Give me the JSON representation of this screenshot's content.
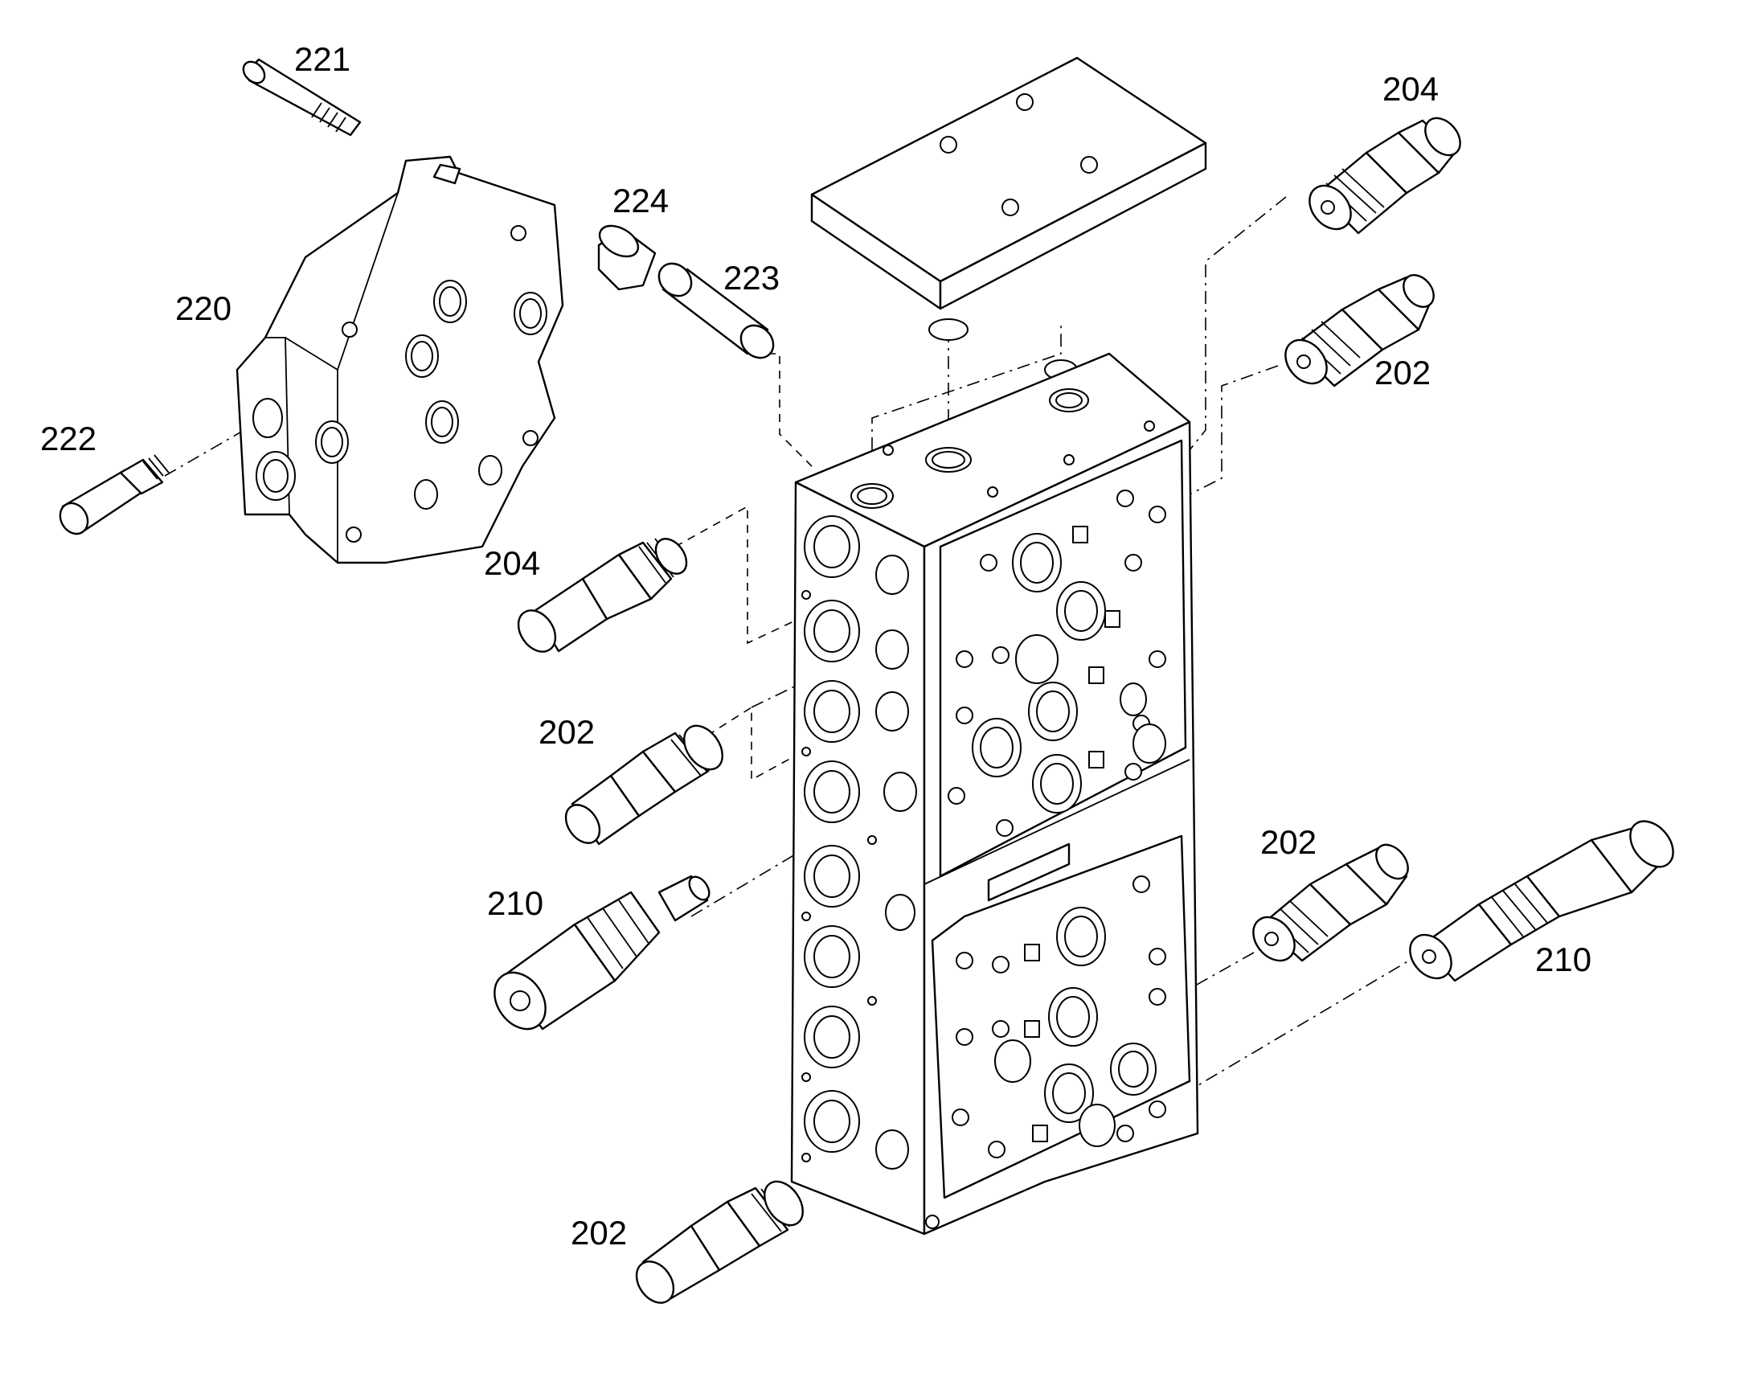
{
  "callouts": {
    "c221": "221",
    "c220": "220",
    "c222": "222",
    "c224": "224",
    "c223": "223",
    "c204_top": "204",
    "c202_top": "202",
    "c204_left": "204",
    "c202_left_upper": "202",
    "c210_left": "210",
    "c202_right": "202",
    "c210_right": "210",
    "c202_bottom": "202"
  },
  "colors": {
    "line": "#000000",
    "background": "#ffffff"
  }
}
